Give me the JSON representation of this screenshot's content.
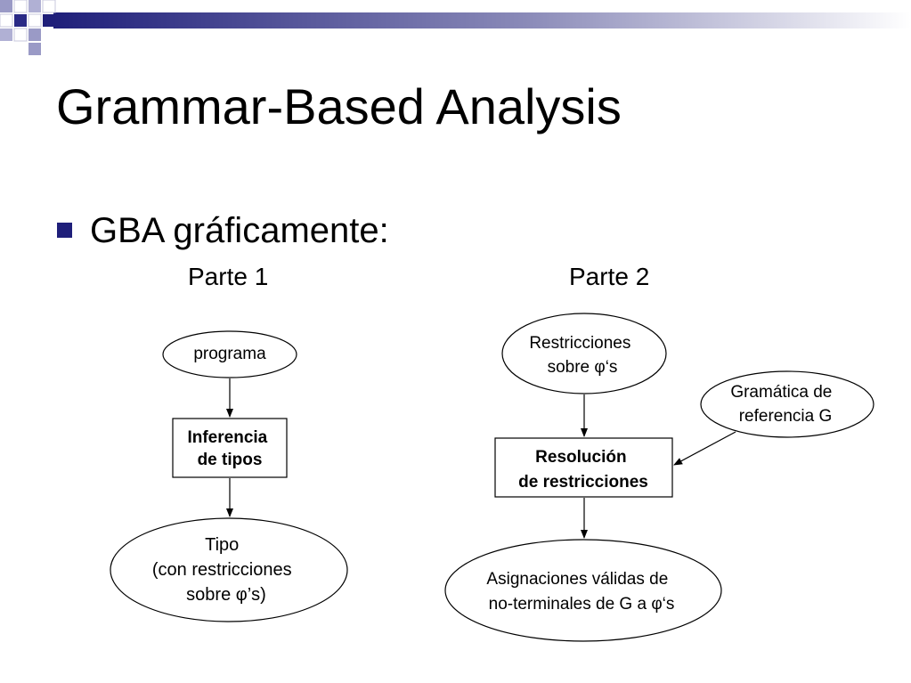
{
  "slide": {
    "title": "Grammar-Based Analysis",
    "bullet": "GBA gráficamente:"
  },
  "parts": [
    {
      "label": "Parte 1"
    },
    {
      "label": "Parte 2"
    }
  ],
  "diagram": {
    "part1": {
      "programa": {
        "lines": [
          "programa"
        ]
      },
      "inferencia": {
        "lines": [
          "Inferencia",
          "de tipos"
        ]
      },
      "tipo": {
        "lines": [
          "Tipo",
          "(con restricciones",
          "sobre φ’s)"
        ]
      }
    },
    "part2": {
      "restricciones": {
        "lines": [
          "Restricciones",
          "sobre φ‘s"
        ]
      },
      "gramatica": {
        "lines": [
          "Gramática de",
          "referencia G"
        ]
      },
      "resolucion": {
        "lines": [
          "Resolución",
          "de restricciones"
        ]
      },
      "asignaciones": {
        "lines": [
          "Asignaciones válidas de",
          "no-terminales de G a φ‘s"
        ]
      }
    }
  },
  "colors": {
    "accent_dark": "#1f1f7a",
    "accent_light": "#9a9ac6",
    "text": "#000000"
  }
}
